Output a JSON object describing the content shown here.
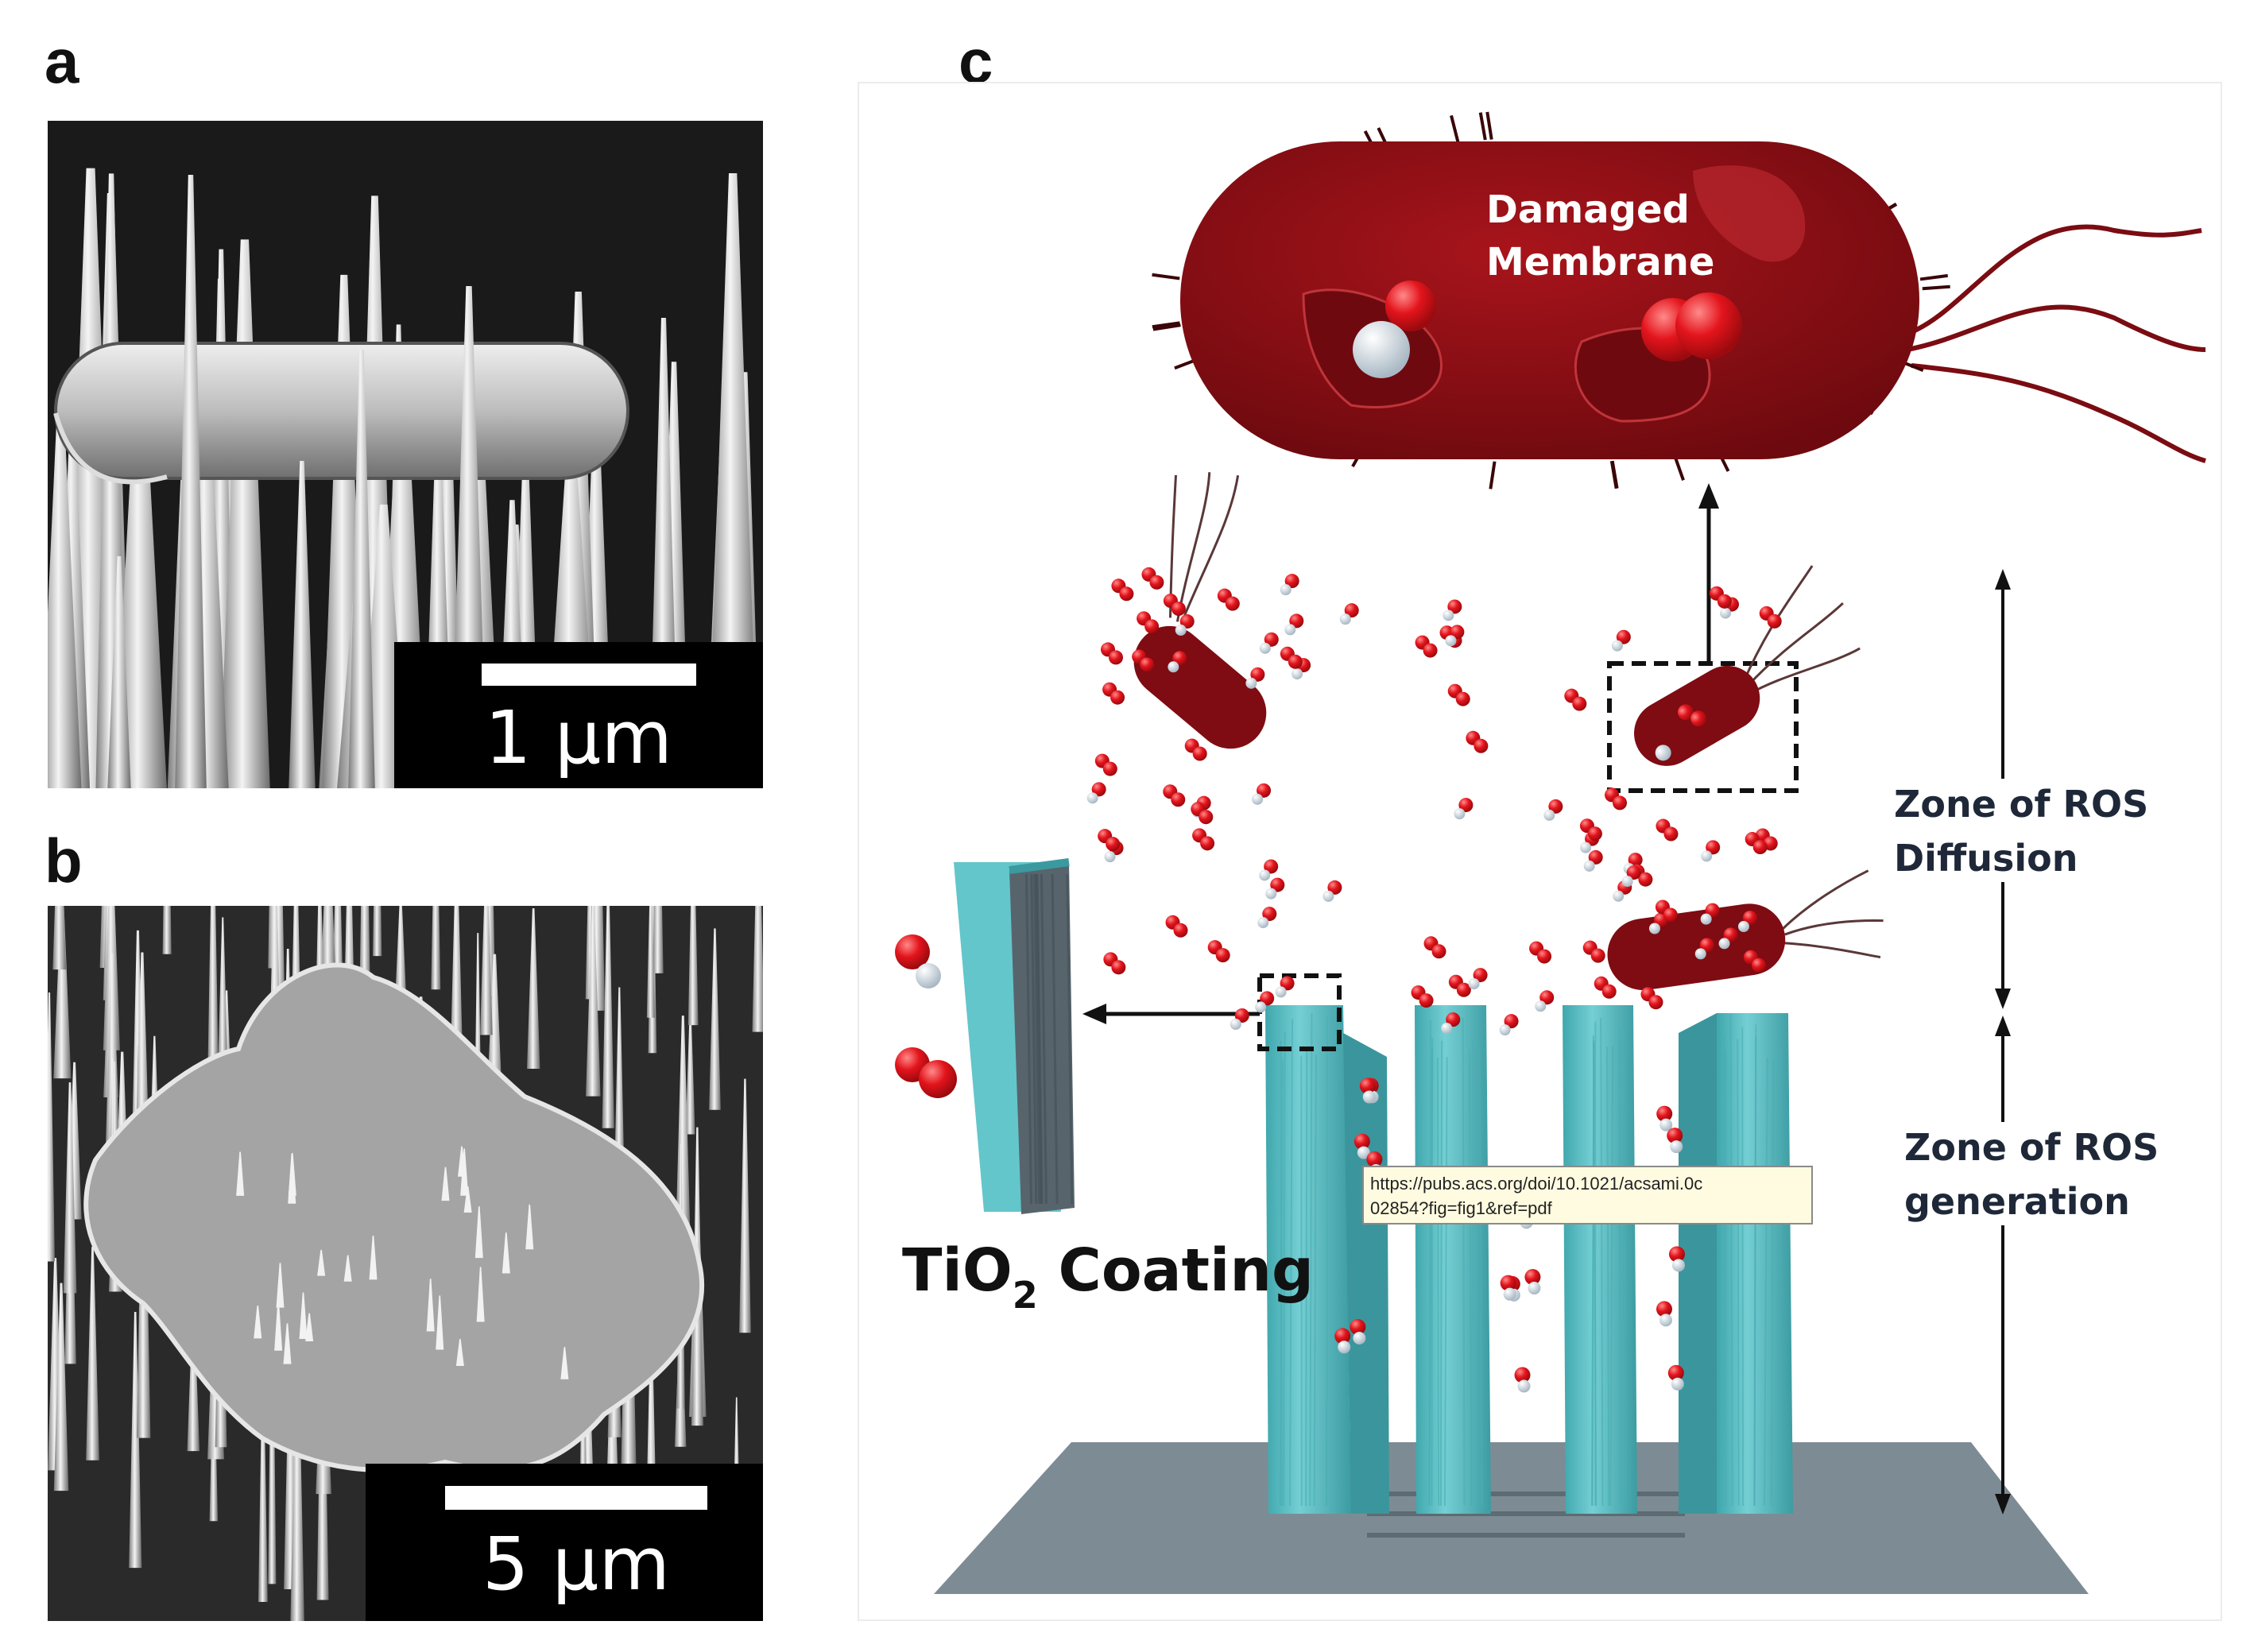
{
  "panels": {
    "a": {
      "letter": "a",
      "scale_label": "1 μm"
    },
    "b": {
      "letter": "b",
      "scale_label": "5 μm"
    },
    "c": {
      "letter": "c",
      "membrane_label": [
        "Damaged",
        "Membrane"
      ],
      "zone_diffusion": [
        "Zone of ROS",
        "Diffusion"
      ],
      "zone_generation": [
        "Zone of ROS",
        "generation"
      ],
      "coating_main": "TiO",
      "coating_sub": "2",
      "coating_suffix": " Coating"
    }
  },
  "tooltip": {
    "lines": [
      "https://pubs.acs.org/doi/10.1021/acsami.0c",
      "02854?fig=fig1&ref=pdf"
    ]
  },
  "colors": {
    "bacterium": "#8b0d12",
    "pillar": "#6cc4c8",
    "base": "#7d8c94",
    "ros_red": "#e0141e",
    "tooltip_bg": "#fffbe0"
  }
}
